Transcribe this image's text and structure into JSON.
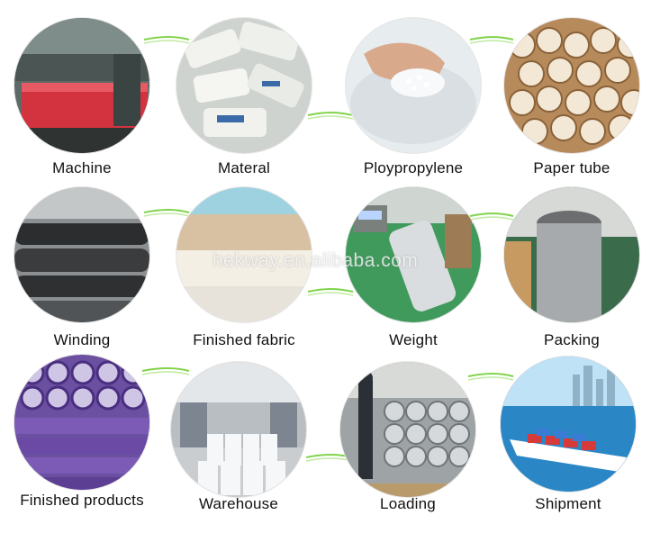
{
  "steps": [
    {
      "label": "Machine",
      "image": "production-machine-photo"
    },
    {
      "label": "Materal",
      "image": "raw-material-bags-photo"
    },
    {
      "label": "Ploypropylene",
      "image": "polypropylene-pellets-photo"
    },
    {
      "label": "Paper tube",
      "image": "paper-tubes-photo"
    },
    {
      "label": "Winding",
      "image": "winding-rolls-photo"
    },
    {
      "label": "Finished fabric",
      "image": "finished-fabric-rolls-photo"
    },
    {
      "label": "Weight",
      "image": "weighing-scale-photo"
    },
    {
      "label": "Packing",
      "image": "packing-roll-photo"
    },
    {
      "label": "Finished products",
      "image": "purple-fabric-rolls-photo"
    },
    {
      "label": "Warehouse",
      "image": "warehouse-photo"
    },
    {
      "label": "Loading",
      "image": "container-loading-photo"
    },
    {
      "label": "Shipment",
      "image": "cargo-ship-photo"
    }
  ],
  "watermark": "hekway.en.alibaba.com",
  "colors": {
    "connector": "#7fd34a",
    "caption": "#111111"
  }
}
